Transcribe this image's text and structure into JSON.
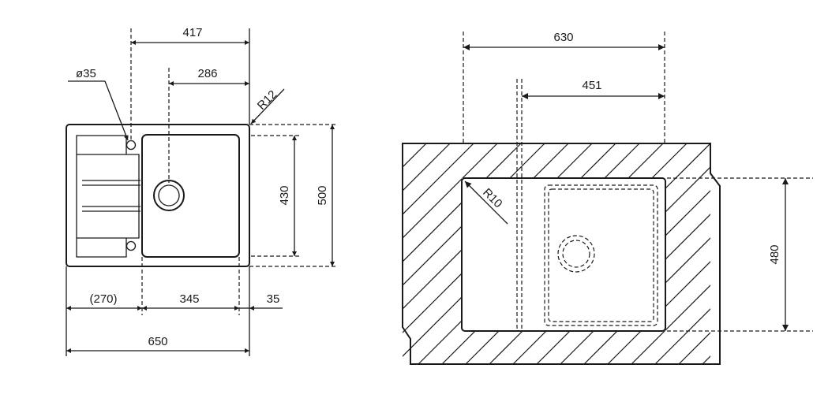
{
  "left_view": {
    "dim_overall_top": "417",
    "dim_bowl_top": "286",
    "dim_hole": "ø35",
    "dim_corner_radius": "R12",
    "dim_bowl_height": "430",
    "dim_total_height": "500",
    "dim_drainer_width": "(270)",
    "dim_bowl_width": "345",
    "dim_rim": "35",
    "dim_total_width": "650"
  },
  "right_view": {
    "dim_cutout_width": "630",
    "dim_bowl_offset": "451",
    "dim_corner_radius": "R10",
    "dim_cutout_height": "480"
  },
  "colors": {
    "line": "#1a1a1a",
    "background": "#ffffff"
  }
}
